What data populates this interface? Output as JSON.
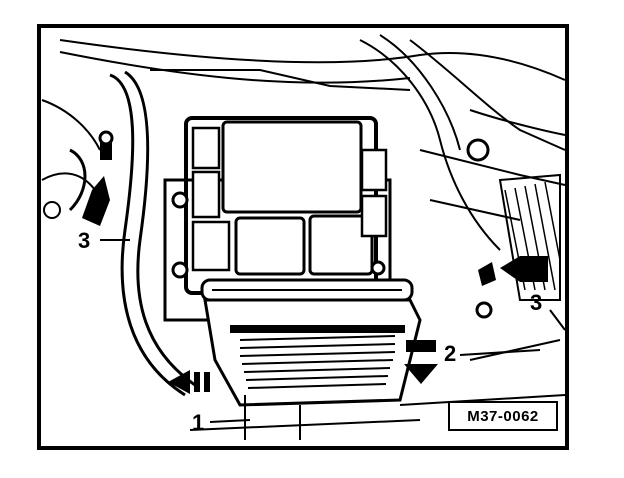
{
  "figure": {
    "reference_code": "M37-0062",
    "callouts": [
      {
        "id": "1",
        "label": "1"
      },
      {
        "id": "2",
        "label": "2"
      },
      {
        "id": "3-left",
        "label": "3"
      },
      {
        "id": "3-right",
        "label": "3"
      }
    ],
    "colors": {
      "ink": "#000000",
      "paper": "#ffffff"
    }
  }
}
